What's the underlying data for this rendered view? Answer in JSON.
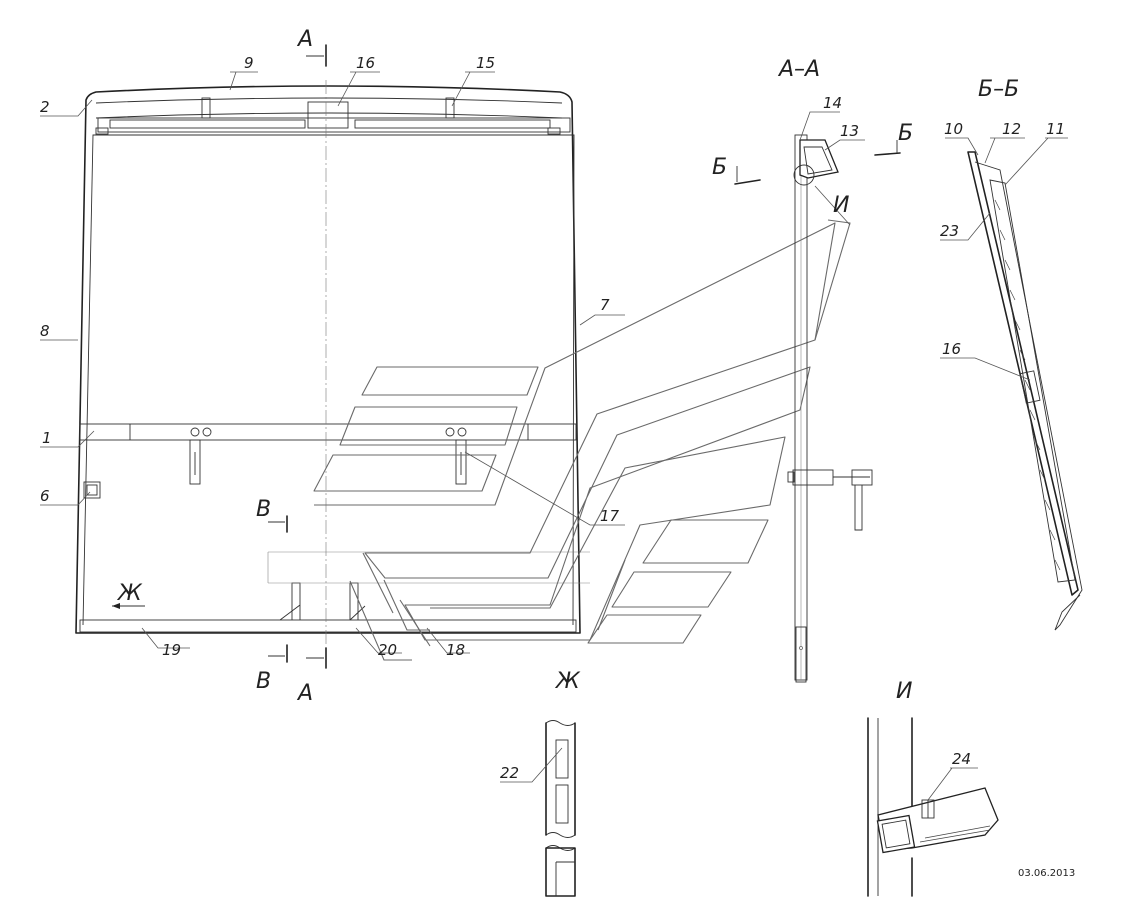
{
  "sections": {
    "a_a": "А–А",
    "b_b": "Б–Б",
    "zh": "Ж",
    "i": "И"
  },
  "cut_letters": {
    "a_top": "А",
    "a_bottom": "А",
    "v_top": "В",
    "v_bottom": "В",
    "b_left": "Б",
    "b_right": "Б",
    "i_mark": "И",
    "zh_mark": "Ж"
  },
  "callouts": {
    "c1": "1",
    "c2": "2",
    "c6": "6",
    "c7": "7",
    "c8": "8",
    "c9": "9",
    "c10": "10",
    "c11": "11",
    "c12": "12",
    "c13": "13",
    "c14": "14",
    "c15": "15",
    "c16_front": "16",
    "c16_bb": "16",
    "c17": "17",
    "c18": "18",
    "c19": "19",
    "c20": "20",
    "c22": "22",
    "c23": "23",
    "c24": "24"
  },
  "date": "03.06.2013"
}
